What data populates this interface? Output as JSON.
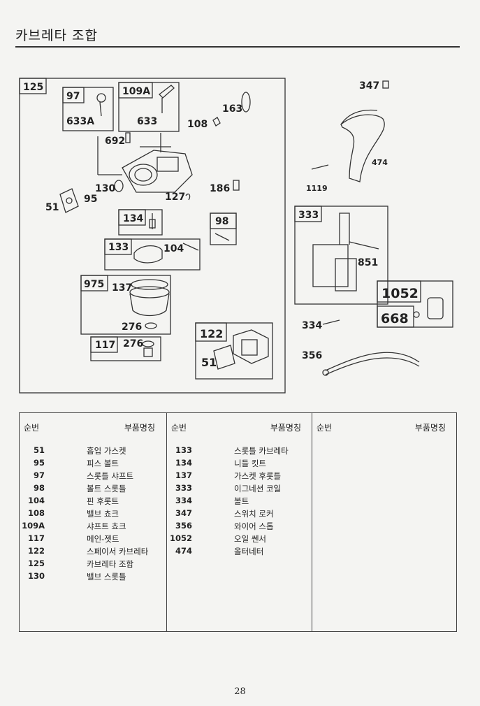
{
  "page": {
    "title": "카브레타 조합",
    "page_number": "28"
  },
  "diagram": {
    "labels": {
      "c125": "125",
      "c97": "97",
      "c633a": "633A",
      "c109a": "109A",
      "c633": "633",
      "c163": "163",
      "c108": "108",
      "c692": "692",
      "c130": "130",
      "c95": "95",
      "c51a": "51",
      "c127": "127",
      "c186": "186",
      "c134": "134",
      "c98": "98",
      "c133": "133",
      "c104": "104",
      "c975": "975",
      "c137": "137",
      "c276a": "276",
      "c117": "117",
      "c276b": "276",
      "c122": "122",
      "c51b": "51",
      "c347": "347",
      "c474": "474",
      "c1119": "1119",
      "c333": "333",
      "c851": "851",
      "c1052": "1052",
      "c668": "668",
      "c334": "334",
      "c356": "356"
    }
  },
  "table": {
    "header_num": "순번",
    "header_name": "부품명칭",
    "columns": [
      [
        {
          "num": "51",
          "name": "흡입 가스켓"
        },
        {
          "num": "95",
          "name": "피스 볼트"
        },
        {
          "num": "97",
          "name": "스롯틀 샤프트"
        },
        {
          "num": "98",
          "name": "볼트 스롯틀"
        },
        {
          "num": "104",
          "name": "핀 후롯트"
        },
        {
          "num": "108",
          "name": "밸브 쵸크"
        },
        {
          "num": "109A",
          "name": "샤프트 쵸크"
        },
        {
          "num": "117",
          "name": "메인-젯트"
        },
        {
          "num": "122",
          "name": "스페이서 카브레타"
        },
        {
          "num": "125",
          "name": "카브레타 조합"
        },
        {
          "num": "130",
          "name": "밸브 스롯틀"
        }
      ],
      [
        {
          "num": "133",
          "name": "스롯틀 카브레타"
        },
        {
          "num": "134",
          "name": "니들 킷트"
        },
        {
          "num": "137",
          "name": "가스켓 후롯틀"
        },
        {
          "num": "333",
          "name": "이그네션 코일"
        },
        {
          "num": "334",
          "name": "볼트"
        },
        {
          "num": "347",
          "name": "스위치 로커"
        },
        {
          "num": "356",
          "name": "와이어 스톱"
        },
        {
          "num": "1052",
          "name": "오일 쎈서"
        },
        {
          "num": "474",
          "name": "올터네터"
        }
      ],
      []
    ]
  }
}
